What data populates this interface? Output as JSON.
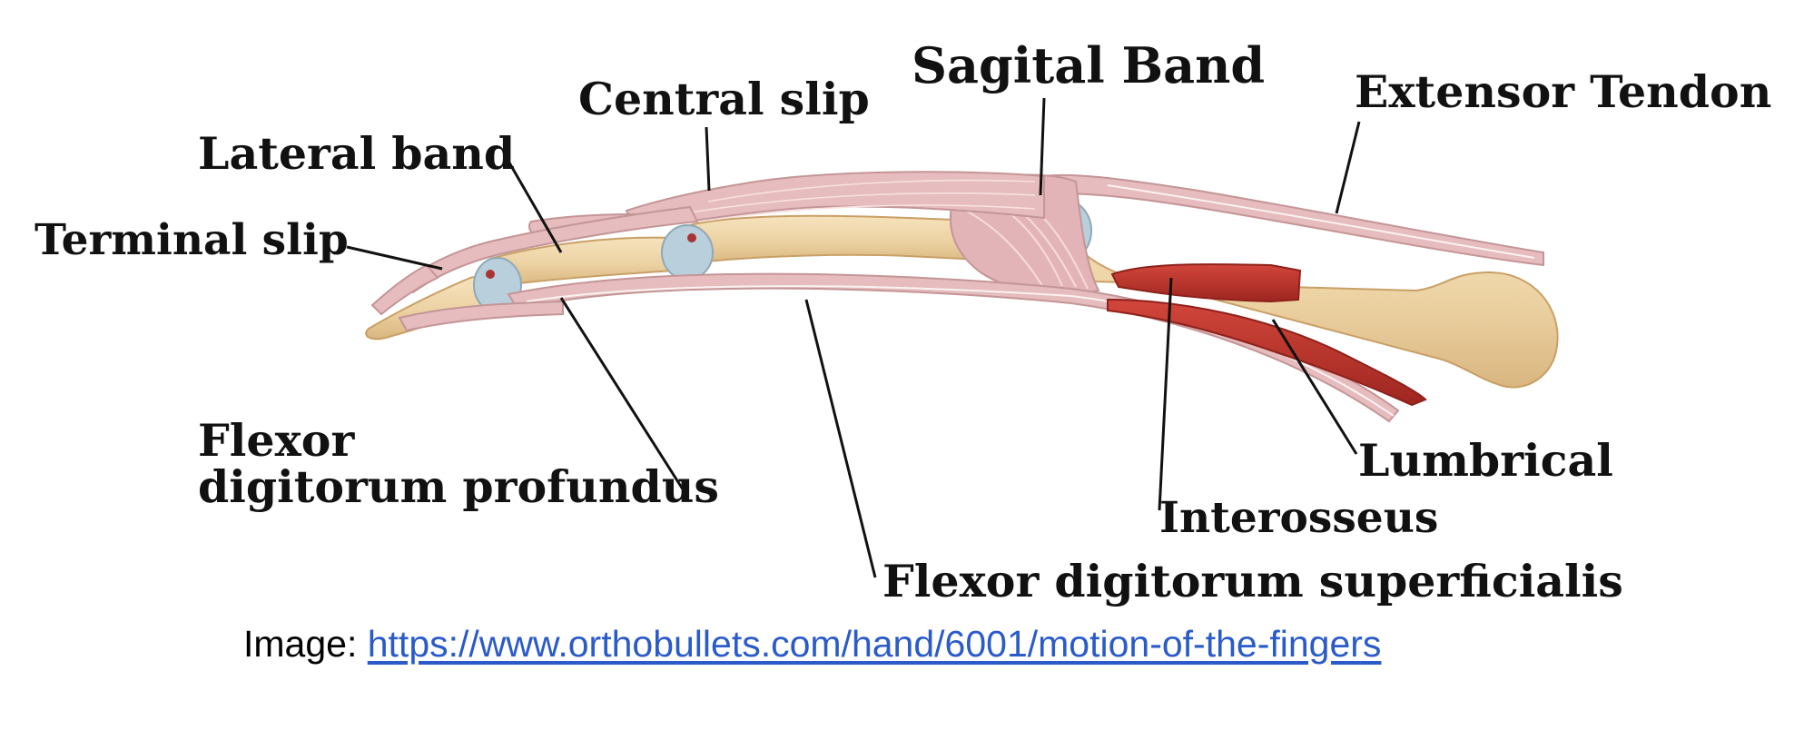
{
  "labels": {
    "sagital_band": "Sagital Band",
    "central_slip": "Central slip",
    "extensor_tendon": "Extensor Tendon",
    "lateral_band": "Lateral band",
    "terminal_slip": "Terminal slip",
    "fdp_line1": "Flexor",
    "fdp_line2": "digitorum profundus",
    "lumbrical": "Lumbrical",
    "interosseus": "Interosseus",
    "fds": "Flexor digitorum superficialis"
  },
  "caption": {
    "prefix": "Image: ",
    "link_text": "https://www.orthobullets.com/hand/6001/motion-of-the-fingers"
  },
  "colors": {
    "bone": "#ecd2a2",
    "tendon": "#e6bcbe",
    "tendon_outline": "#c49597",
    "muscle": "#c0342c",
    "cartilage": "#b9cfdb",
    "leader_line": "#111111",
    "link": "#2a5bc9"
  }
}
